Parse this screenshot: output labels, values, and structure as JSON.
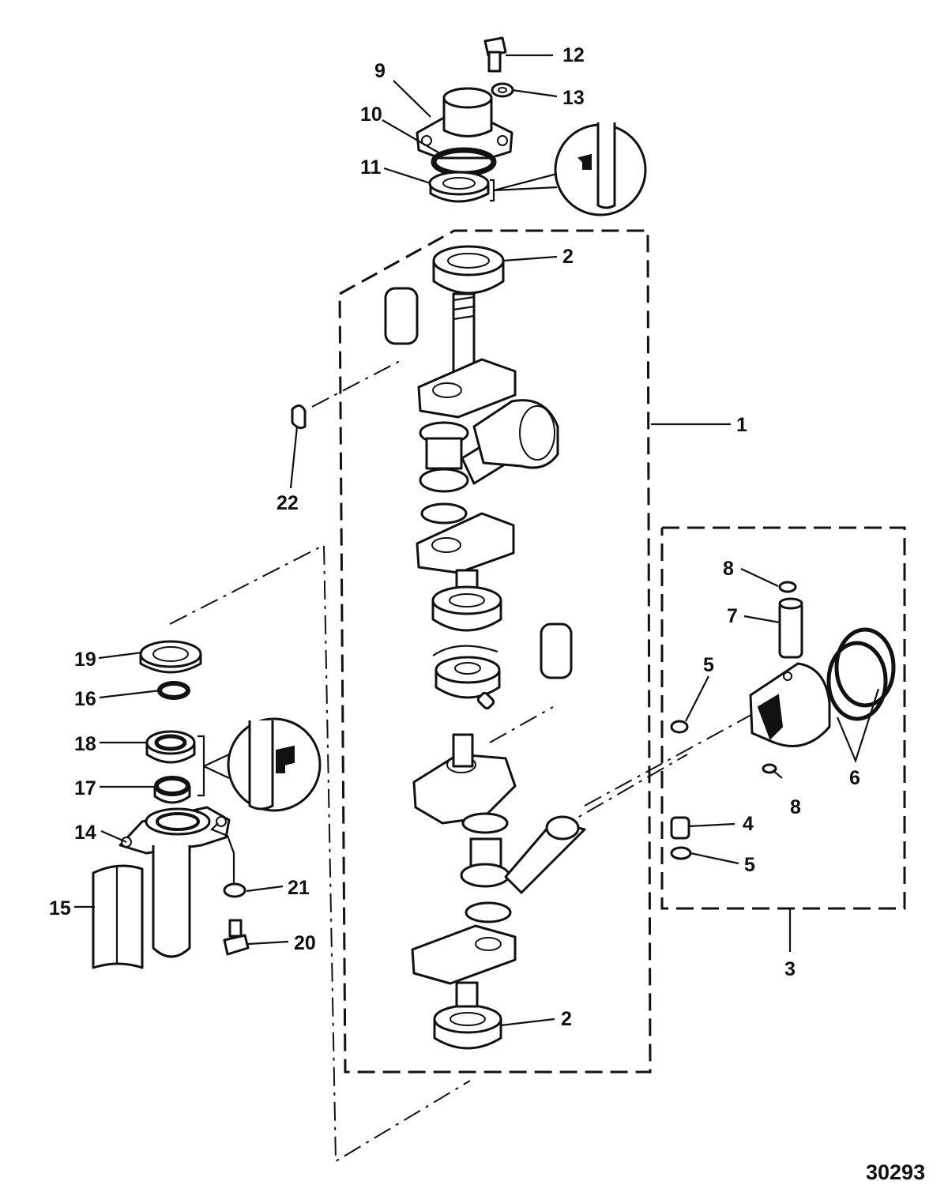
{
  "callouts": {
    "c1": "1",
    "c2a": "2",
    "c2b": "2",
    "c3": "3",
    "c4": "4",
    "c5a": "5",
    "c5b": "5",
    "c6": "6",
    "c7": "7",
    "c8a": "8",
    "c8b": "8",
    "c9": "9",
    "c10": "10",
    "c11": "11",
    "c12": "12",
    "c13": "13",
    "c14": "14",
    "c15": "15",
    "c16": "16",
    "c17": "17",
    "c18": "18",
    "c19": "19",
    "c20": "20",
    "c21": "21",
    "c22": "22"
  },
  "figure_number": "30293",
  "colors": {
    "ink": "#111111",
    "paper": "#ffffff"
  }
}
